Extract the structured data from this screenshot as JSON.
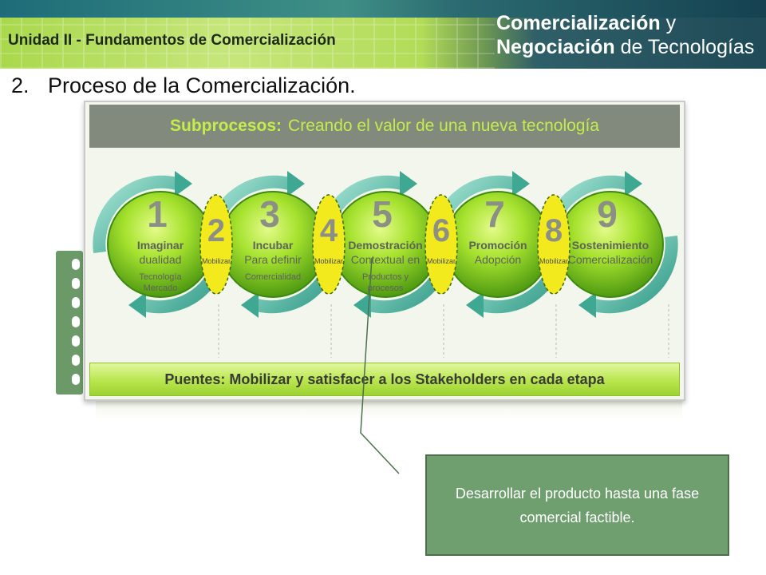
{
  "header": {
    "unit_title": "Unidad II - Fundamentos  de Comercialización",
    "brand_line1_bold": "Comercialización",
    "brand_line1_rest": " y",
    "brand_line2_bold": "Negociación",
    "brand_line2_rest": " de Tecnologías"
  },
  "slide": {
    "number": "2.",
    "title": "Proceso de la Comercialización."
  },
  "diagram": {
    "subprocesos_label": "Subprocesos:",
    "subprocesos_text": "Creando el valor de una nueva tecnología",
    "stages": [
      {
        "number": "1",
        "title": "Imaginar",
        "subtitle": "dualidad",
        "detail1": "Tecnología",
        "detail2": "Mercado"
      },
      {
        "number": "3",
        "title": "Incubar",
        "subtitle": "Para definir",
        "detail1": "Comercialidad",
        "detail2": ""
      },
      {
        "number": "5",
        "title": "Demostración",
        "subtitle": "Contextual en",
        "detail1": "Productos y",
        "detail2": "procesos"
      },
      {
        "number": "7",
        "title": "Promoción",
        "subtitle": "Adopción",
        "detail1": "",
        "detail2": ""
      },
      {
        "number": "9",
        "title": "Sostenimiento",
        "subtitle": "Comercialización",
        "detail1": "",
        "detail2": ""
      }
    ],
    "bridges": [
      {
        "number": "2",
        "label": "Mobilizar"
      },
      {
        "number": "4",
        "label": "Mobilizar"
      },
      {
        "number": "6",
        "label": "Mobilizar"
      },
      {
        "number": "8",
        "label": "Mobilizar"
      }
    ],
    "puentes_text": "Puentes: Mobilizar y satisfacer a los Stakeholders en cada etapa"
  },
  "callout": {
    "text": "Desarrollar el producto hasta una fase comercial factible."
  },
  "colors": {
    "stage_green": "#8fd12a",
    "bridge_yellow": "#f2ea1c",
    "arrow_teal": "#4fb9a3",
    "callout_fill": "#6f9e6f"
  }
}
